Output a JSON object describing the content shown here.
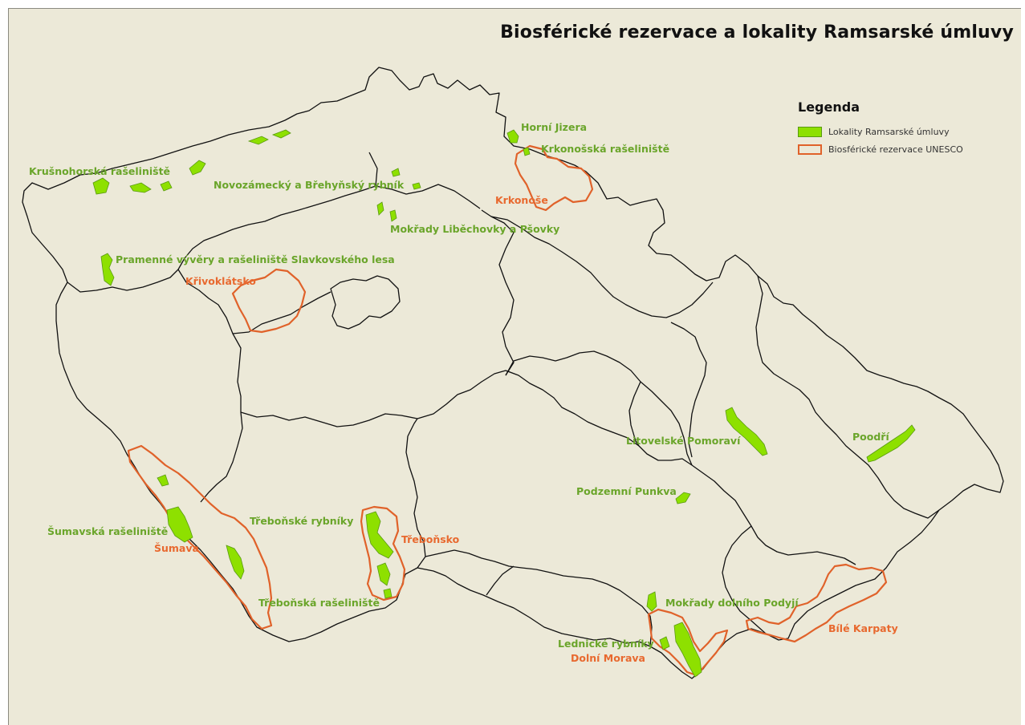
{
  "title": "Biosférické rezervace a lokality Ramsarské úmluvy",
  "legend": {
    "title": "Legenda",
    "items": [
      {
        "label": "Lokality Ramsarské úmluvy",
        "fill": "#8ee000",
        "stroke": "#5a9a10"
      },
      {
        "label": "Biosférické rezervace UNESCO",
        "fill": "none",
        "stroke": "#e0622a"
      }
    ]
  },
  "colors": {
    "background": "#ece9d8",
    "border": "#111111",
    "ramsar": "#8ee000",
    "ramsar_label": "#6aa52a",
    "unesco": "#e0622a"
  },
  "ramsar_sites": {
    "horni_jizera": "Horní Jizera",
    "krkonosska": "Krkonošská rašeliniště",
    "krusnohorska": "Krušnohorská rašeliniště",
    "novozamecky": "Novozámecký a Břehyňský rybník",
    "mokrady_libechovky": "Mokřady Liběchovky a Pšovky",
    "pramenne_vyvery": "Pramenné vývěry a rašeliniště Slavkovského lesa",
    "litovelske": "Litovelské Pomoraví",
    "poodri": "Poodří",
    "podzemni_punkva": "Podzemní Punkva",
    "trebonske_rybniky": "Třeboňské rybníky",
    "sumavska": "Šumavská rašeliniště",
    "trebonska_raseliniste": "Třeboňská rašeliniště",
    "mokrady_podyji": "Mokřady dolního Podyjí",
    "lednicke": "Lednické rybníky"
  },
  "biosphere_reserves": {
    "krkonose": "Krkonoše",
    "krivoklatsko": "Křivoklátsko",
    "sumava": "Šumava",
    "trebonsko": "Třeboňsko",
    "bile_karpaty": "Bílé Karpaty",
    "dolni_morava": "Dolní Morava"
  }
}
